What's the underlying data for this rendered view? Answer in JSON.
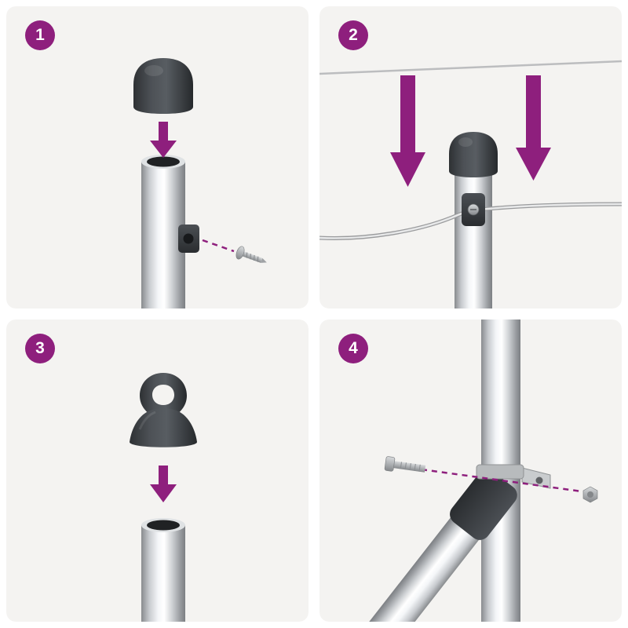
{
  "colors": {
    "accent": "#8e1f7d",
    "panel_bg": "#f4f3f1",
    "badge_text": "#ffffff",
    "cap_dark": "#3a3e42",
    "metal_light": "#f4f6f8",
    "metal_dark": "#7c7f83",
    "wire_gray": "#bcbdbf"
  },
  "steps": [
    {
      "number": "1",
      "parts": [
        "end-cap",
        "down-arrow-icon",
        "pole-open-top",
        "wire-bracket",
        "dashed-guide-line",
        "screw"
      ]
    },
    {
      "number": "2",
      "parts": [
        "clothesline-wire-top",
        "down-arrow-icon",
        "down-arrow-icon",
        "end-cap",
        "pole",
        "wire-bracket",
        "clothesline-wire-threaded"
      ]
    },
    {
      "number": "3",
      "parts": [
        "eyelet-cap",
        "down-arrow-icon",
        "pole-open-top"
      ]
    },
    {
      "number": "4",
      "parts": [
        "pole-vertical",
        "pole-brace",
        "brace-connector",
        "mounting-strap",
        "bolt",
        "dashed-guide-line",
        "nut"
      ]
    }
  ]
}
